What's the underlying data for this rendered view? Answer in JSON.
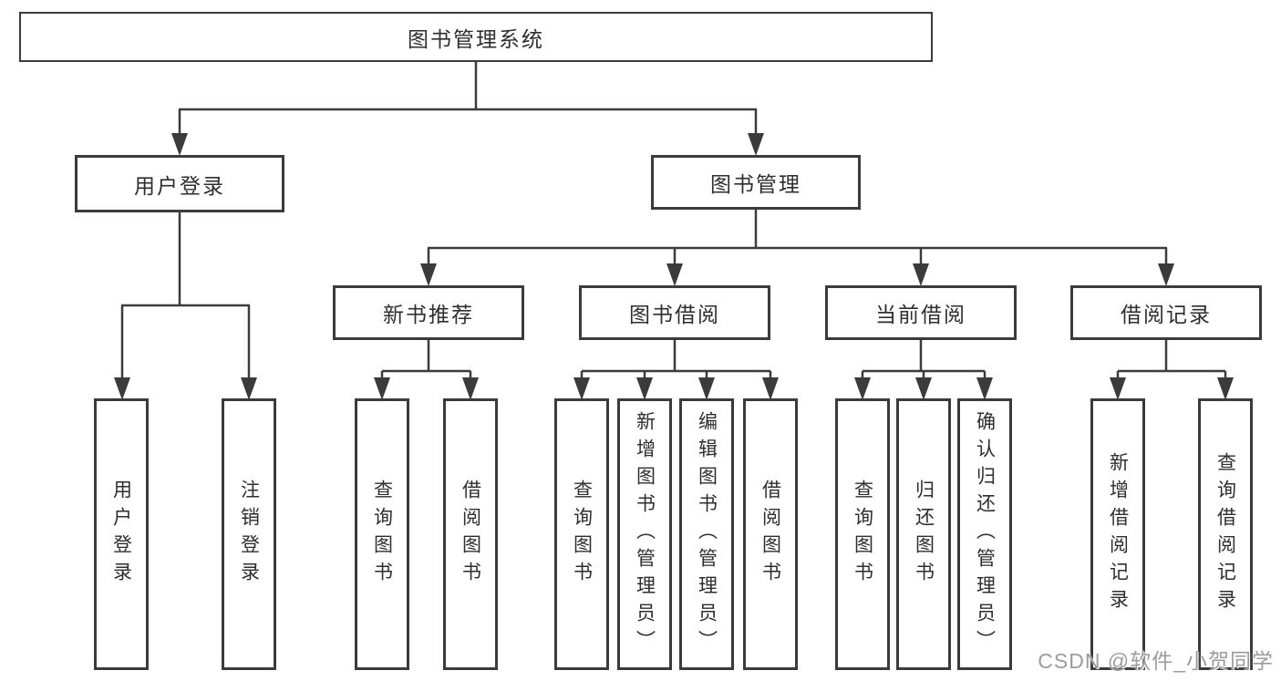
{
  "colors": {
    "line": "#3b3b3b",
    "box_border": "#3b3b3b",
    "text": "#2e2e2e",
    "watermark": "#9c9c9c",
    "background": "#ffffff"
  },
  "watermark": {
    "text": "CSDN @软件_小贺同学"
  },
  "tree": {
    "root": {
      "label": "图书管理系统"
    },
    "children": [
      {
        "label": "用户登录",
        "children": [
          {
            "label": "用户登录"
          },
          {
            "label": "注销登录"
          }
        ]
      },
      {
        "label": "图书管理",
        "children": [
          {
            "label": "新书推荐",
            "children": [
              {
                "label": "查询图书"
              },
              {
                "label": "借阅图书"
              }
            ]
          },
          {
            "label": "图书借阅",
            "children": [
              {
                "label": "查询图书"
              },
              {
                "label": "新增图书（管理员）"
              },
              {
                "label": "编辑图书（管理员）"
              },
              {
                "label": "借阅图书"
              }
            ]
          },
          {
            "label": "当前借阅",
            "children": [
              {
                "label": "查询图书"
              },
              {
                "label": "归还图书"
              },
              {
                "label": "确认归还（管理员）"
              }
            ]
          },
          {
            "label": "借阅记录",
            "children": [
              {
                "label": "新增借阅记录"
              },
              {
                "label": "查询借阅记录"
              }
            ]
          }
        ]
      }
    ]
  }
}
